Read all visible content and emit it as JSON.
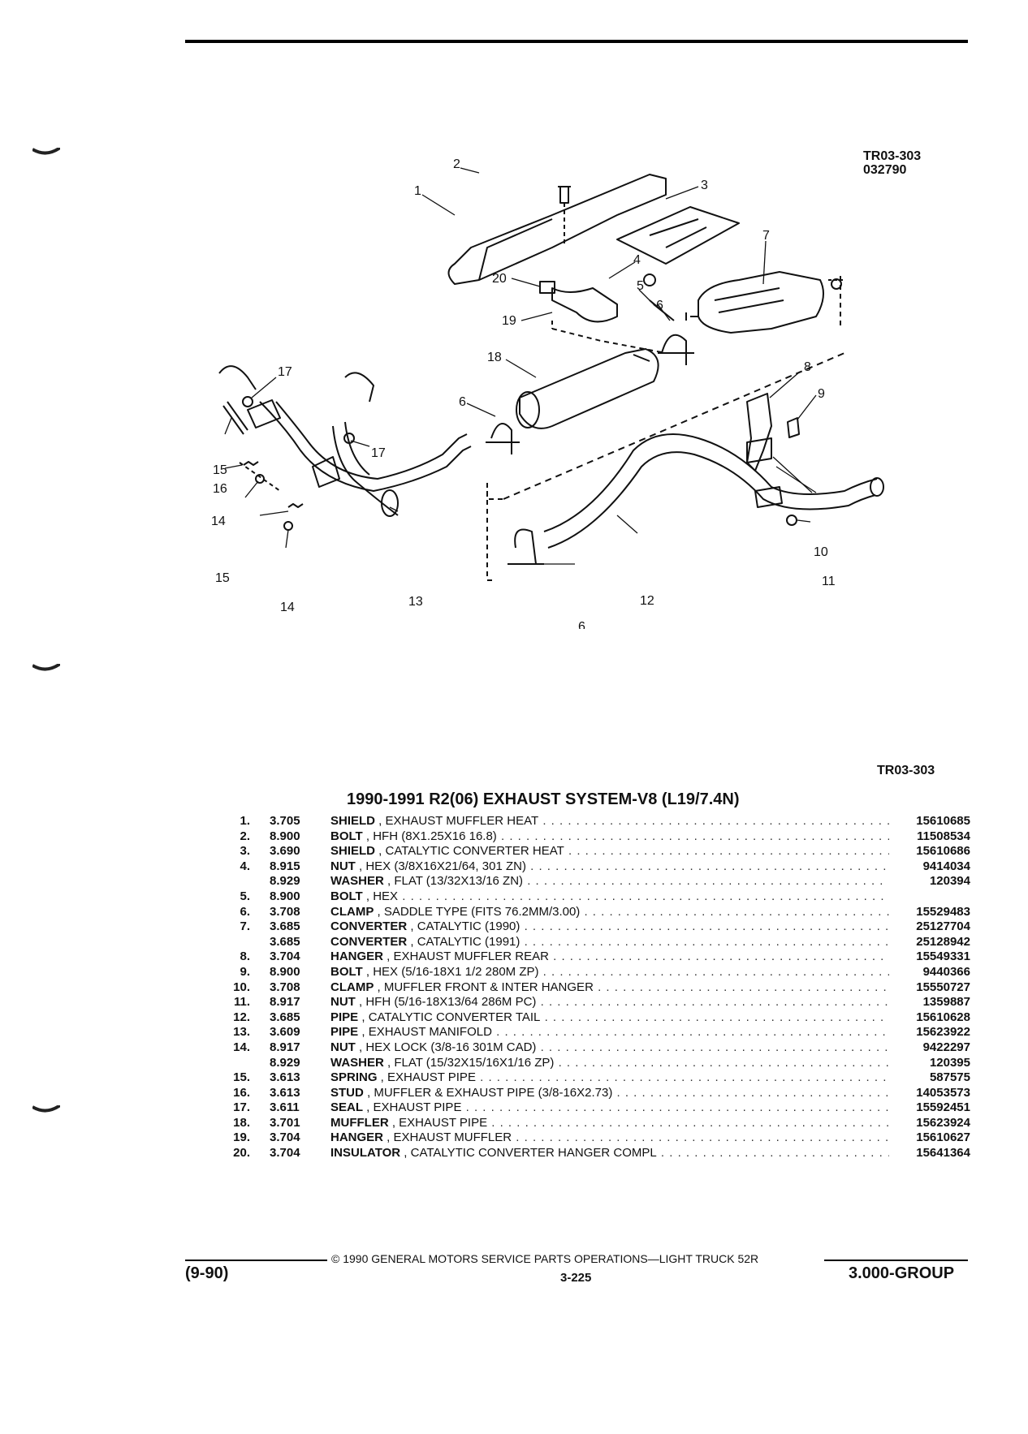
{
  "figure": {
    "code": "TR03-303",
    "date_code": "032790",
    "ref_label": "TR03-303"
  },
  "diagram_callouts": [
    "1",
    "2",
    "3",
    "4",
    "5",
    "6",
    "7",
    "8",
    "9",
    "10",
    "11",
    "12",
    "13",
    "14",
    "15",
    "16",
    "17",
    "18",
    "19",
    "20"
  ],
  "title": "1990-1991 R2(06) EXHAUST SYSTEM-V8 (L19/7.4N)",
  "parts": [
    {
      "item": "1.",
      "group": "3.705",
      "name": "SHIELD",
      "desc": ", EXHAUST MUFFLER HEAT",
      "part": "15610685"
    },
    {
      "item": "2.",
      "group": "8.900",
      "name": "BOLT",
      "desc": ", HFH (8X1.25X16 16.8)",
      "part": "11508534"
    },
    {
      "item": "3.",
      "group": "3.690",
      "name": "SHIELD",
      "desc": ", CATALYTIC CONVERTER HEAT",
      "part": "15610686"
    },
    {
      "item": "4.",
      "group": "8.915",
      "name": "NUT",
      "desc": ", HEX (3/8X16X21/64, 301 ZN)",
      "part": "9414034"
    },
    {
      "item": "",
      "group": "8.929",
      "name": "WASHER",
      "desc": ", FLAT (13/32X13/16 ZN)",
      "part": "120394"
    },
    {
      "item": "5.",
      "group": "8.900",
      "name": "BOLT",
      "desc": ", HEX",
      "part": ""
    },
    {
      "item": "6.",
      "group": "3.708",
      "name": "CLAMP",
      "desc": ", SADDLE TYPE (FITS 76.2MM/3.00)",
      "part": "15529483"
    },
    {
      "item": "7.",
      "group": "3.685",
      "name": "CONVERTER",
      "desc": ", CATALYTIC (1990)",
      "part": "25127704"
    },
    {
      "item": "",
      "group": "3.685",
      "name": "CONVERTER",
      "desc": ", CATALYTIC (1991)",
      "part": "25128942"
    },
    {
      "item": "8.",
      "group": "3.704",
      "name": "HANGER",
      "desc": ", EXHAUST MUFFLER REAR",
      "part": "15549331"
    },
    {
      "item": "9.",
      "group": "8.900",
      "name": "BOLT",
      "desc": ", HEX (5/16-18X1 1/2 280M ZP)",
      "part": "9440366"
    },
    {
      "item": "10.",
      "group": "3.708",
      "name": "CLAMP",
      "desc": ", MUFFLER FRONT & INTER HANGER",
      "part": "15550727"
    },
    {
      "item": "11.",
      "group": "8.917",
      "name": "NUT",
      "desc": ", HFH (5/16-18X13/64 286M PC)",
      "part": "1359887"
    },
    {
      "item": "12.",
      "group": "3.685",
      "name": "PIPE",
      "desc": ", CATALYTIC CONVERTER TAIL",
      "part": "15610628"
    },
    {
      "item": "13.",
      "group": "3.609",
      "name": "PIPE",
      "desc": ", EXHAUST MANIFOLD",
      "part": "15623922"
    },
    {
      "item": "14.",
      "group": "8.917",
      "name": "NUT",
      "desc": ", HEX LOCK (3/8-16 301M CAD)",
      "part": "9422297"
    },
    {
      "item": "",
      "group": "8.929",
      "name": "WASHER",
      "desc": ", FLAT (15/32X15/16X1/16 ZP)",
      "part": "120395"
    },
    {
      "item": "15.",
      "group": "3.613",
      "name": "SPRING",
      "desc": ", EXHAUST PIPE",
      "part": "587575"
    },
    {
      "item": "16.",
      "group": "3.613",
      "name": "STUD",
      "desc": ", MUFFLER & EXHAUST PIPE (3/8-16X2.73)",
      "part": "14053573"
    },
    {
      "item": "17.",
      "group": "3.611",
      "name": "SEAL",
      "desc": ", EXHAUST PIPE",
      "part": "15592451"
    },
    {
      "item": "18.",
      "group": "3.701",
      "name": "MUFFLER",
      "desc": ", EXHAUST PIPE",
      "part": "15623924"
    },
    {
      "item": "19.",
      "group": "3.704",
      "name": "HANGER",
      "desc": ", EXHAUST MUFFLER",
      "part": "15610627"
    },
    {
      "item": "20.",
      "group": "3.704",
      "name": "INSULATOR",
      "desc": ", CATALYTIC CONVERTER HANGER COMPL",
      "part": "15641364"
    }
  ],
  "footer": {
    "copyright": "© 1990 GENERAL MOTORS SERVICE PARTS OPERATIONS—LIGHT TRUCK 52R",
    "date": "(9-90)",
    "page": "3-225",
    "group": "3.000-GROUP"
  }
}
